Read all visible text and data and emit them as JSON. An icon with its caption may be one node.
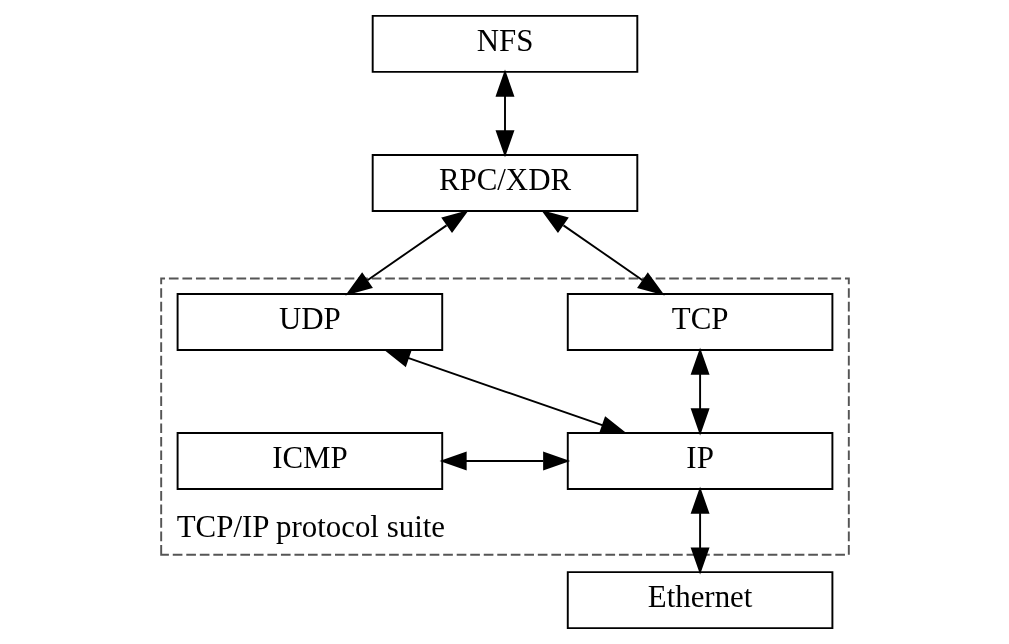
{
  "diagram": {
    "nodes": [
      {
        "text": [
          "NFS"
        ]
      },
      {
        "text": [
          "RPC/XDR"
        ]
      },
      {
        "text": [
          "TCP/IP protocol suite"
        ]
      },
      {
        "text": [
          "TCP"
        ],
        "in": 2
      },
      {
        "text": [
          "UDP"
        ],
        "in": 2
      },
      {
        "text": [
          "ICMP"
        ],
        "in": 2
      },
      {
        "text": [
          "IP"
        ],
        "in": 2
      },
      {
        "text": [
          "Ethernet"
        ]
      }
    ],
    "edges": [
      {
        "from": 0,
        "to": 1,
        "arrow": "both"
      },
      {
        "from": 1,
        "to": 3,
        "arrow": "both"
      },
      {
        "from": 1,
        "to": 4,
        "arrow": "both"
      },
      {
        "from": 3,
        "to": 6,
        "arrow": "both"
      },
      {
        "from": 4,
        "to": 6,
        "arrow": "both"
      },
      {
        "from": 5,
        "to": 6,
        "arrow": "both"
      },
      {
        "from": 6,
        "to": 7,
        "arrow": "both"
      }
    ]
  }
}
